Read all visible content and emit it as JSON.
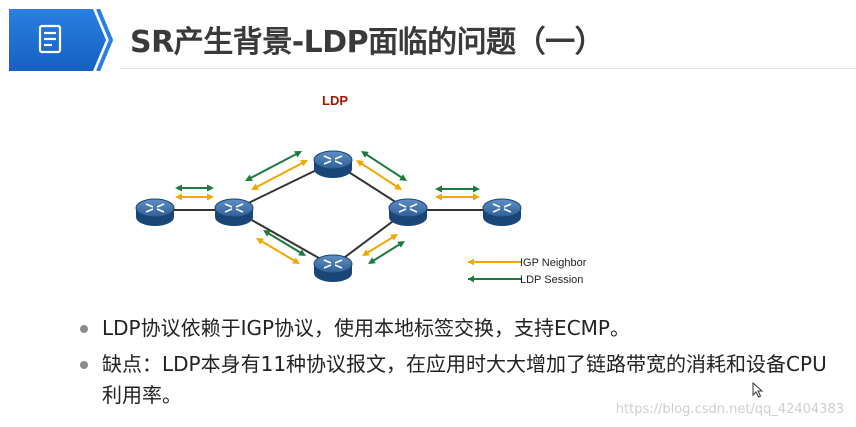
{
  "header": {
    "title": "SR产生背景-LDP面临的问题（一）",
    "icon": "document-list-icon",
    "badge_color": "#1f6fd1"
  },
  "diagram": {
    "title": "LDP",
    "title_color": "#a01800",
    "router_color": "#1e4f86",
    "link_color": "#333333",
    "legend": {
      "igp_label": "IGP  Neighbor",
      "ldp_label": "LDP  Session",
      "igp_color": "#f0a800",
      "ldp_color": "#1b7a3e"
    }
  },
  "bullets": [
    "LDP协议依赖于IGP协议，使用本地标签交换，支持ECMP。",
    "缺点：LDP本身有11种协议报文，在应用时大大增加了链路带宽的消耗和设备CPU利用率。"
  ],
  "watermark": "https://blog.csdn.net/qq_42404383"
}
